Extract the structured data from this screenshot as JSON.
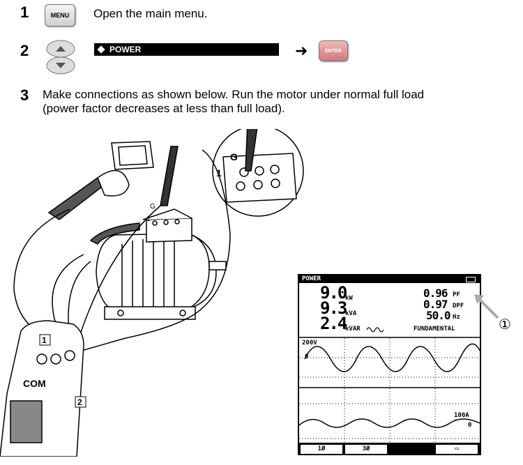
{
  "steps": [
    {
      "number": "1",
      "text": "Open the main menu."
    },
    {
      "number": "2",
      "text": ""
    },
    {
      "number": "3",
      "text": "Make connections as shown below. Run the motor under normal full load (power factor decreases at less than full load)."
    }
  ],
  "keys": {
    "menu": "MENU",
    "enter": "ENTER"
  },
  "menu_item": "POWER",
  "diagram_labels": {
    "com": "COM",
    "input1": "1",
    "input2": "2",
    "probe_g": "G",
    "probe_1": "1",
    "inset_g": "G",
    "inset_1": "1"
  },
  "screen": {
    "title": "POWER",
    "kw_value": "9.0",
    "kw_unit": "kW",
    "kva_value": "9.3",
    "kva_unit": "kVA",
    "kvar_value": "2.4",
    "kvar_unit": "kVAR",
    "pf_value": "0.96",
    "pf_unit": "PF",
    "dpf_value": "0.97",
    "dpf_unit": "DPF",
    "hz_value": "50.0",
    "hz_unit": "Hz",
    "mode": "FUNDAMENTAL",
    "voltage_scale": "200V",
    "voltage_zero": "0",
    "current_scale": "100A",
    "current_zero": "0",
    "softkey1": "1Ø",
    "softkey2": "3Ø"
  },
  "callout": "①"
}
